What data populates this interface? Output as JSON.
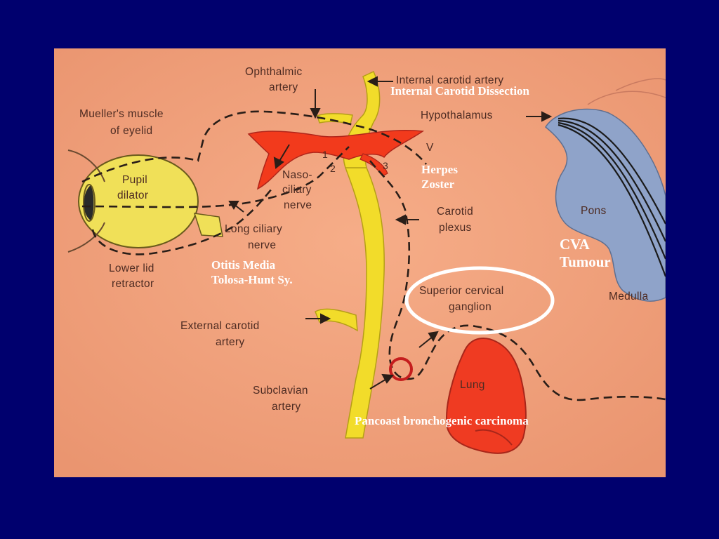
{
  "colors": {
    "slide_background": "#00006e",
    "photo_background": "#f0a07a",
    "artery_yellow": "#f2dc2a",
    "nerve_red": "#f23a1c",
    "brainstem_blue": "#8fa3c9",
    "annotation_text": "#ffffff"
  },
  "diagram_labels": {
    "ophthalmic_artery": [
      "Ophthalmic",
      "artery"
    ],
    "internal_carotid_artery": "Internal carotid artery",
    "muellers_muscle": [
      "Mueller's muscle",
      "of eyelid"
    ],
    "hypothalamus": "Hypothalamus",
    "pupil_dilator": [
      "Pupil",
      "dilator"
    ],
    "nasociliary_nerve": [
      "Naso-",
      "ciliary",
      "nerve"
    ],
    "trigeminal_v": "V",
    "branch_numbers": [
      "1",
      "2",
      "3"
    ],
    "pons": "Pons",
    "carotid_plexus": [
      "Carotid",
      "plexus"
    ],
    "long_ciliary_nerve": [
      "Long ciliary",
      "nerve"
    ],
    "lower_lid_retractor": [
      "Lower lid",
      "retractor"
    ],
    "medulla": "Medulla",
    "superior_cervical_ganglion": [
      "Superior cervical",
      "ganglion"
    ],
    "external_carotid_artery": [
      "External carotid",
      "artery"
    ],
    "lung": "Lung",
    "subclavian_artery": [
      "Subclavian",
      "artery"
    ]
  },
  "annotations": {
    "internal_carotid_dissection": "Internal Carotid Dissection",
    "herpes_zoster": [
      "Herpes",
      "Zoster"
    ],
    "otitis_media": [
      "Otitis Media",
      "Tolosa-Hunt Sy."
    ],
    "cva_tumour": [
      "CVA",
      "Tumour"
    ],
    "pancoast": "Pancoast bronchogenic carcinoma"
  },
  "icons": {
    "eye": "eye-icon",
    "lung": "lung-shape",
    "ganglion_highlight": "ellipse-outline"
  }
}
